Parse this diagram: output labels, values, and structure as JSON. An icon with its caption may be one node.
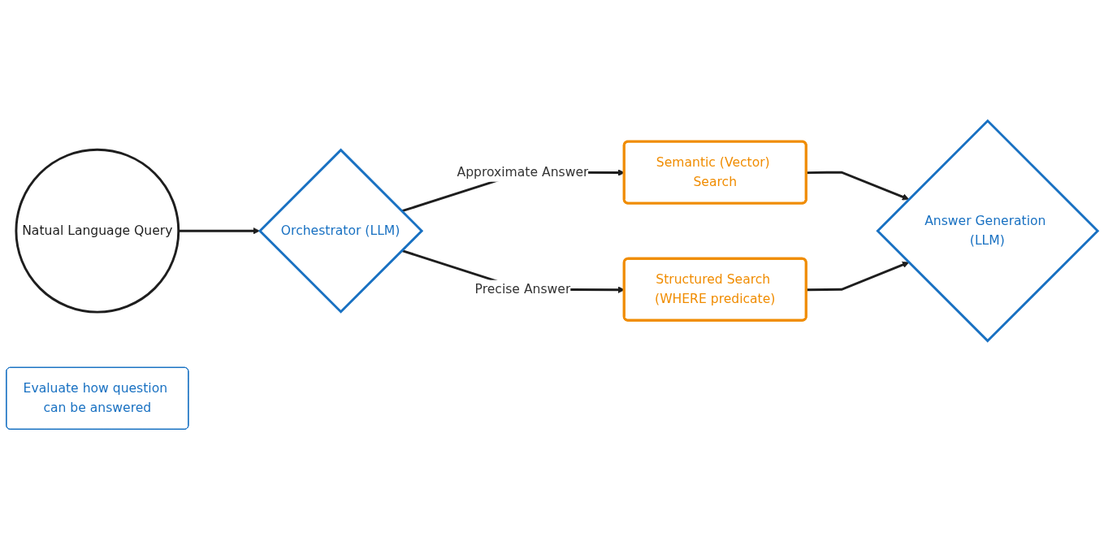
{
  "diagram": {
    "nodes": [
      {
        "text": [
          "Natual Language Query"
        ]
      },
      {
        "text": [
          "Evaluate how question can be answered"
        ]
      },
      {
        "text": [
          "Orchestrator (LLM)"
        ]
      },
      {
        "text": [
          "Semantic (Vector) Search"
        ]
      },
      {
        "text": [
          "Structured Search (WHERE predicate)"
        ]
      },
      {
        "text": [
          "Answer Generation (LLM)"
        ]
      }
    ],
    "edges": [
      {
        "from": 0,
        "to": 2,
        "arrow": "to"
      },
      {
        "from": 2,
        "to": 3,
        "label": "Approximate Answer",
        "arrow": "to"
      },
      {
        "from": 2,
        "to": 4,
        "label": "Precise Answer",
        "arrow": "to"
      },
      {
        "from": 3,
        "to": 5,
        "arrow": "to"
      },
      {
        "from": 4,
        "to": 5,
        "arrow": "to"
      }
    ]
  }
}
